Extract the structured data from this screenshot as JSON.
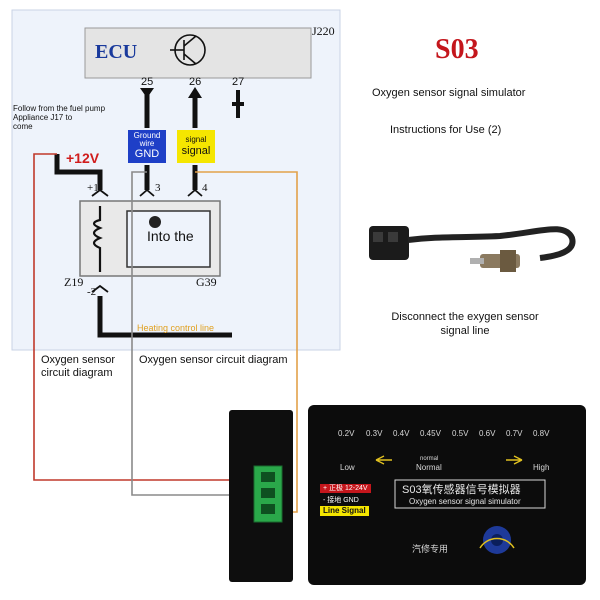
{
  "colors": {
    "diagram_bg": "#eef3fb",
    "ecu_bg": "#e4e4e4",
    "ecu_text": "#1a3a9c",
    "brand": "#c4161c",
    "gnd_box": "#1e3fc7",
    "signal_box": "#f5e600",
    "heat_text": "#e0a020",
    "wire_red": "#c0392b",
    "wire_orange": "#e2a14a",
    "wire_gray": "#8a8a8a",
    "device": "#0c0c0c",
    "scale_text": "#d8d8d8",
    "connector": "#2aa84a",
    "knob": "#1e3a99"
  },
  "diagram": {
    "ecu_label": "ECU",
    "ecu_ref": "J220",
    "pin_25": "25",
    "pin_26": "26",
    "pin_27": "27",
    "fuel_pump_note": [
      "Follow from the fuel pump",
      "Appliance J17 to",
      "come"
    ],
    "supply_label": "+12V",
    "ground_label_top": "Ground",
    "ground_label_mid": "wire",
    "ground_label_main": "GND",
    "signal_label_top": "signal",
    "signal_label_main": "signal",
    "pin_1": "+1",
    "pin_3": "3",
    "pin_4": "4",
    "pin_2": "-2",
    "sensor_text": "Into the",
    "z19": "Z19",
    "g39": "G39",
    "heating_label": "Heating control line",
    "caption_left": [
      "Oxygen sensor",
      "circuit diagram"
    ],
    "caption_center": "Oxygen sensor circuit diagram"
  },
  "product": {
    "model": "S03",
    "subtitle": "Oxygen sensor signal simulator",
    "instructions": "Instructions for Use (2)",
    "disconnect_note": [
      "Disconnect the exygen sensor",
      "signal line"
    ]
  },
  "device": {
    "scale": [
      "0.2V",
      "0.3V",
      "0.4V",
      "0.45V",
      "0.5V",
      "0.6V",
      "0.7V",
      "0.8V"
    ],
    "low": "Low",
    "normal_cn": "normal",
    "normal": "Normal",
    "high": "High",
    "positive_label": "+ 正极 12-24V",
    "gnd_label": "- 接地 GND",
    "line_signal": "Line Signal",
    "title_cn": "S03氧传感器信号模拟器",
    "title_en": "Oxygen sensor signal simulator",
    "footer_cn": "汽修专用"
  }
}
